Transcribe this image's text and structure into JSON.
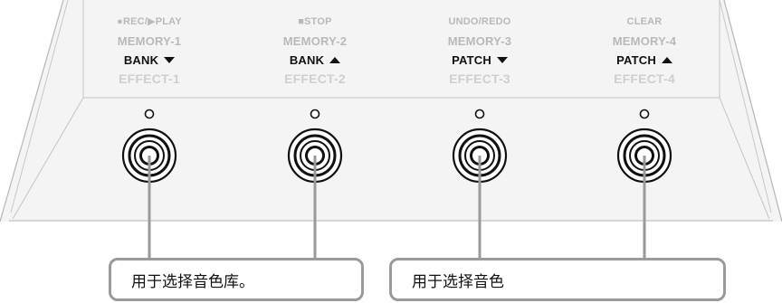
{
  "columns": [
    {
      "top": "●REC/▶PLAY",
      "memory": "MEMORY-1",
      "function": "BANK",
      "arrow": "down",
      "effect": "EFFECT-1"
    },
    {
      "top": "■STOP",
      "memory": "MEMORY-2",
      "function": "BANK",
      "arrow": "up",
      "effect": "EFFECT-2"
    },
    {
      "top": "UNDO/REDO",
      "memory": "MEMORY-3",
      "function": "PATCH",
      "arrow": "down",
      "effect": "EFFECT-3"
    },
    {
      "top": "CLEAR",
      "memory": "MEMORY-4",
      "function": "PATCH",
      "arrow": "up",
      "effect": "EFFECT-4"
    }
  ],
  "callouts": {
    "bank": "用于选择音色库。",
    "patch": "用于选择音色"
  },
  "colors": {
    "panel_line": "#b5b5b5",
    "panel_fill": "#f3f3f3",
    "switch_ring": "#111111",
    "leader_line": "#9a9a9a"
  }
}
